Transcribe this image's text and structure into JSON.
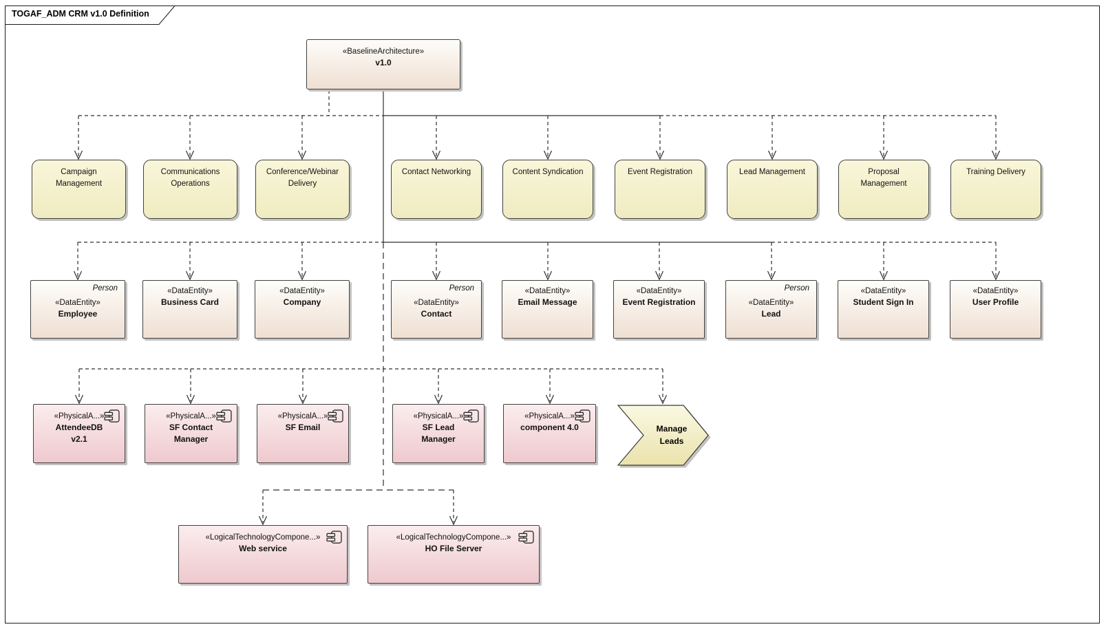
{
  "diagram_title": "TOGAF_ADM CRM v1.0 Definition",
  "root": {
    "stereotype": "«BaselineArchitecture»",
    "name": "v1.0"
  },
  "functions": [
    {
      "label": "Campaign\nManagement"
    },
    {
      "label": "Communications\nOperations"
    },
    {
      "label": "Conference/Webinar\nDelivery"
    },
    {
      "label": "Contact Networking"
    },
    {
      "label": "Content Syndication"
    },
    {
      "label": "Event Registration"
    },
    {
      "label": "Lead Management"
    },
    {
      "label": "Proposal\nManagement"
    },
    {
      "label": "Training Delivery"
    }
  ],
  "entities": [
    {
      "tag": "Person",
      "stereotype": "«DataEntity»",
      "name": "Employee"
    },
    {
      "stereotype": "«DataEntity»",
      "name": "Business Card"
    },
    {
      "stereotype": "«DataEntity»",
      "name": "Company"
    },
    {
      "tag": "Person",
      "stereotype": "«DataEntity»",
      "name": "Contact"
    },
    {
      "stereotype": "«DataEntity»",
      "name": "Email Message"
    },
    {
      "stereotype": "«DataEntity»",
      "name": "Event Registration"
    },
    {
      "tag": "Person",
      "stereotype": "«DataEntity»",
      "name": "Lead"
    },
    {
      "stereotype": "«DataEntity»",
      "name": "Student Sign In"
    },
    {
      "stereotype": "«DataEntity»",
      "name": "User Profile"
    }
  ],
  "components": [
    {
      "stereotype": "«PhysicalA...»",
      "name": "AttendeeDB\nv2.1"
    },
    {
      "stereotype": "«PhysicalA...»",
      "name": "SF Contact\nManager"
    },
    {
      "stereotype": "«PhysicalA...»",
      "name": "SF Email"
    },
    {
      "stereotype": "«PhysicalA...»",
      "name": "SF Lead\nManager"
    },
    {
      "stereotype": "«PhysicalA...»",
      "name": "component 4.0"
    }
  ],
  "process": {
    "name": "Manage\nLeads"
  },
  "tech_components": [
    {
      "stereotype": "«LogicalTechnologyCompone...»",
      "name": "Web service"
    },
    {
      "stereotype": "«LogicalTechnologyCompone...»",
      "name": "HO File Server"
    }
  ],
  "icons": {
    "component_icon": "uml-component-icon"
  },
  "colors": {
    "function_fill_top": "#f9f6da",
    "function_fill_bottom": "#f0ebc0",
    "entity_fill_top": "#fefdfa",
    "entity_fill_bottom": "#efdfd2",
    "component_fill_top": "#fbedee",
    "component_fill_bottom": "#eec9ce",
    "process_fill_top": "#faf8e3",
    "process_fill_bottom": "#ebe2ab",
    "connector": "#2e2e2e",
    "border": "#404040",
    "shadow": "#c2c2c2"
  }
}
